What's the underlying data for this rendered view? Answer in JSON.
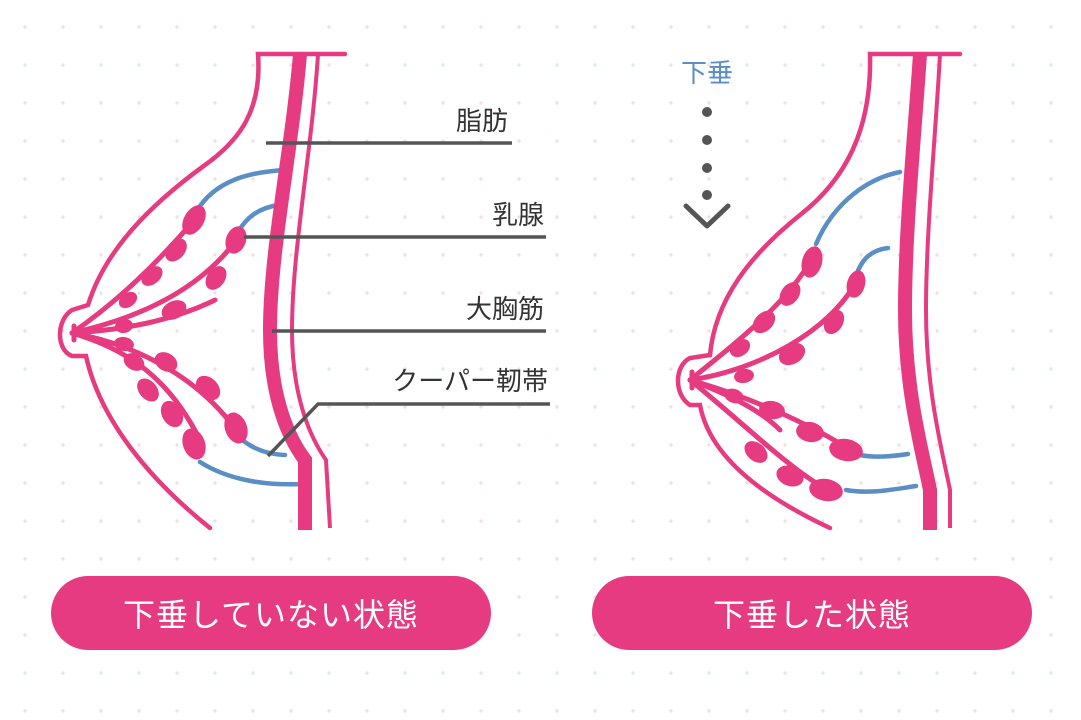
{
  "colors": {
    "pink": "#e63b80",
    "blue": "#5b8ec4",
    "label_line": "#555555",
    "label_text": "#333333"
  },
  "left_diagram": {
    "labels": {
      "fat": "脂肪",
      "mammary_gland": "乳腺",
      "pectoralis_major": "大胸筋",
      "cooper_ligament": "クーパー靭帯"
    }
  },
  "right_diagram": {
    "sag_arrow_label": "下垂"
  },
  "captions": {
    "left": "下垂していない状態",
    "right": "下垂した状態"
  }
}
